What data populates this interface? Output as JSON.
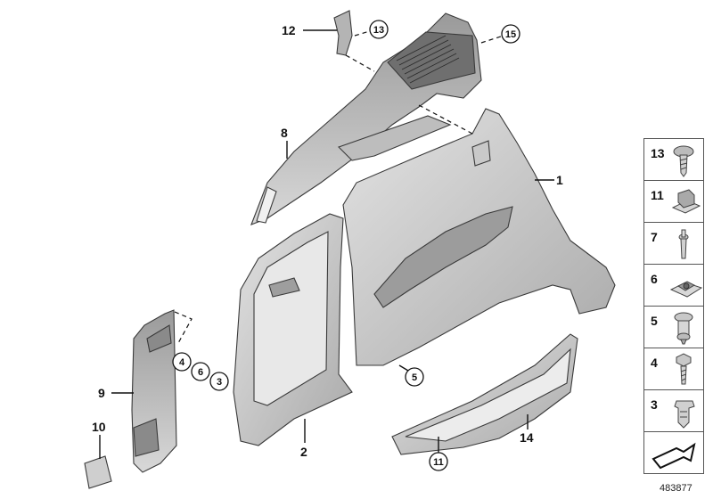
{
  "callouts": {
    "p1": "1",
    "p2": "2",
    "p4": "4",
    "p6": "6",
    "p3": "3",
    "p5": "5",
    "p8": "8",
    "p9": "9",
    "p10": "10",
    "p11": "11",
    "p12": "12",
    "p13": "13",
    "p14": "14",
    "p15": "15"
  },
  "legend": {
    "items": [
      {
        "number": "13",
        "icon": "screw-icon"
      },
      {
        "number": "11",
        "icon": "clip-nut-icon"
      },
      {
        "number": "7",
        "icon": "pin-rivet-icon"
      },
      {
        "number": "6",
        "icon": "spring-nut-icon"
      },
      {
        "number": "5",
        "icon": "expanding-rivet-icon"
      },
      {
        "number": "4",
        "icon": "hex-bolt-icon"
      },
      {
        "number": "3",
        "icon": "clip-icon"
      }
    ]
  },
  "reference_number": "483877",
  "colors": {
    "part_fill": "#d4d4d4",
    "part_dark": "#8a8a8a",
    "background": "#ffffff"
  }
}
